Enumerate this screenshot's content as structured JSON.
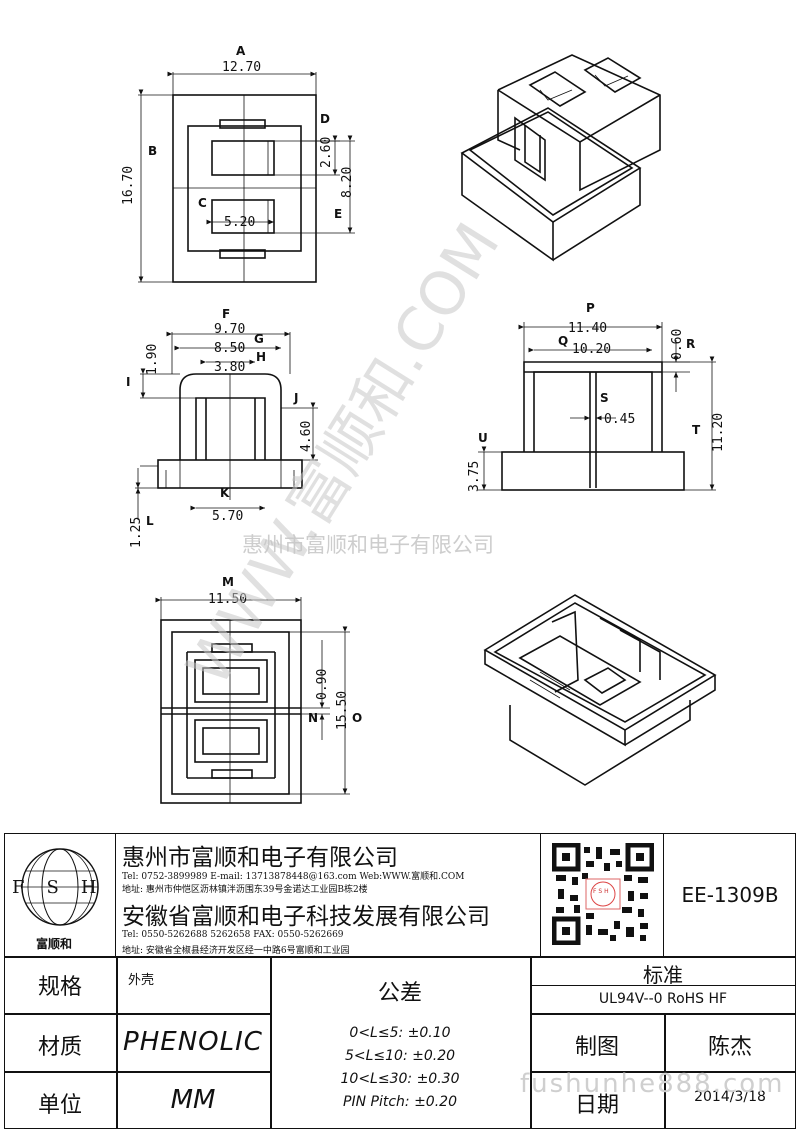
{
  "watermark": {
    "url": "WWW.富顺和.COM",
    "company": "惠州市富顺和电子有限公司",
    "site": "fushunhe888.com"
  },
  "drawing": {
    "top_view": {
      "A": "A",
      "A_val": "12.70",
      "B": "B",
      "B_val": "16.70",
      "C": "C",
      "C_val": "5.20",
      "D": "D",
      "D_val": "2.60",
      "E": "E",
      "E_val": "8.20"
    },
    "front_view": {
      "F": "F",
      "F_val": "9.70",
      "G": "G",
      "G_val": "8.50",
      "H": "H",
      "H_val": "3.80",
      "I": "I",
      "I_val": "1.90",
      "J": "J",
      "J_val": "4.60",
      "K": "K",
      "K_val": "5.70",
      "L": "L",
      "L_val": "1.25"
    },
    "side_view": {
      "P": "P",
      "P_val": "11.40",
      "Q": "Q",
      "Q_val": "10.20",
      "R": "R",
      "R_val": "0.60",
      "S": "S",
      "S_val": "0.45",
      "T": "T",
      "T_val": "11.20",
      "U": "U",
      "U_val": "3.75"
    },
    "bottom_view": {
      "M": "M",
      "M_val": "11.50",
      "N": "N",
      "N_val": "0.90",
      "O": "O",
      "O_val": "15.50"
    }
  },
  "title_block": {
    "logo_letters": [
      "F",
      "S",
      "H"
    ],
    "logo_name": "富顺和",
    "company1": "惠州市富顺和电子有限公司",
    "tel1": "Tel:   0752-3899989   E-mail: 13713878448@163.com   Web:WWW.富顺和.COM",
    "addr1": "地址: 惠州市仲恺区沥林镇泮沥围东39号金诺达工业园B栋2楼",
    "company2": "安徽省富顺和电子科技发展有限公司",
    "tel2": "Tel:   0550-5262688   5262658      FAX:  0550-5262669",
    "addr2": "地址: 安徽省全椒县经济开发区经一中路6号富顺和工业园",
    "qr_caption": "F S H",
    "part_no": "EE-1309B",
    "spec_label": "规格",
    "spec_value": "外壳",
    "material_label": "材质",
    "material_value": "PHENOLIC",
    "unit_label": "单位",
    "unit_value": "MM",
    "tolerance_label": "公差",
    "tolerances": [
      "0<L≤5: ±0.10",
      "5<L≤10: ±0.20",
      "10<L≤30: ±0.30",
      "PIN Pitch: ±0.20"
    ],
    "standard_label": "标准",
    "standard_value": "UL94V--0  RoHS HF",
    "drawn_label": "制图",
    "drawn_value": "陈杰",
    "date_label": "日期",
    "date_value": "2014/3/18"
  }
}
